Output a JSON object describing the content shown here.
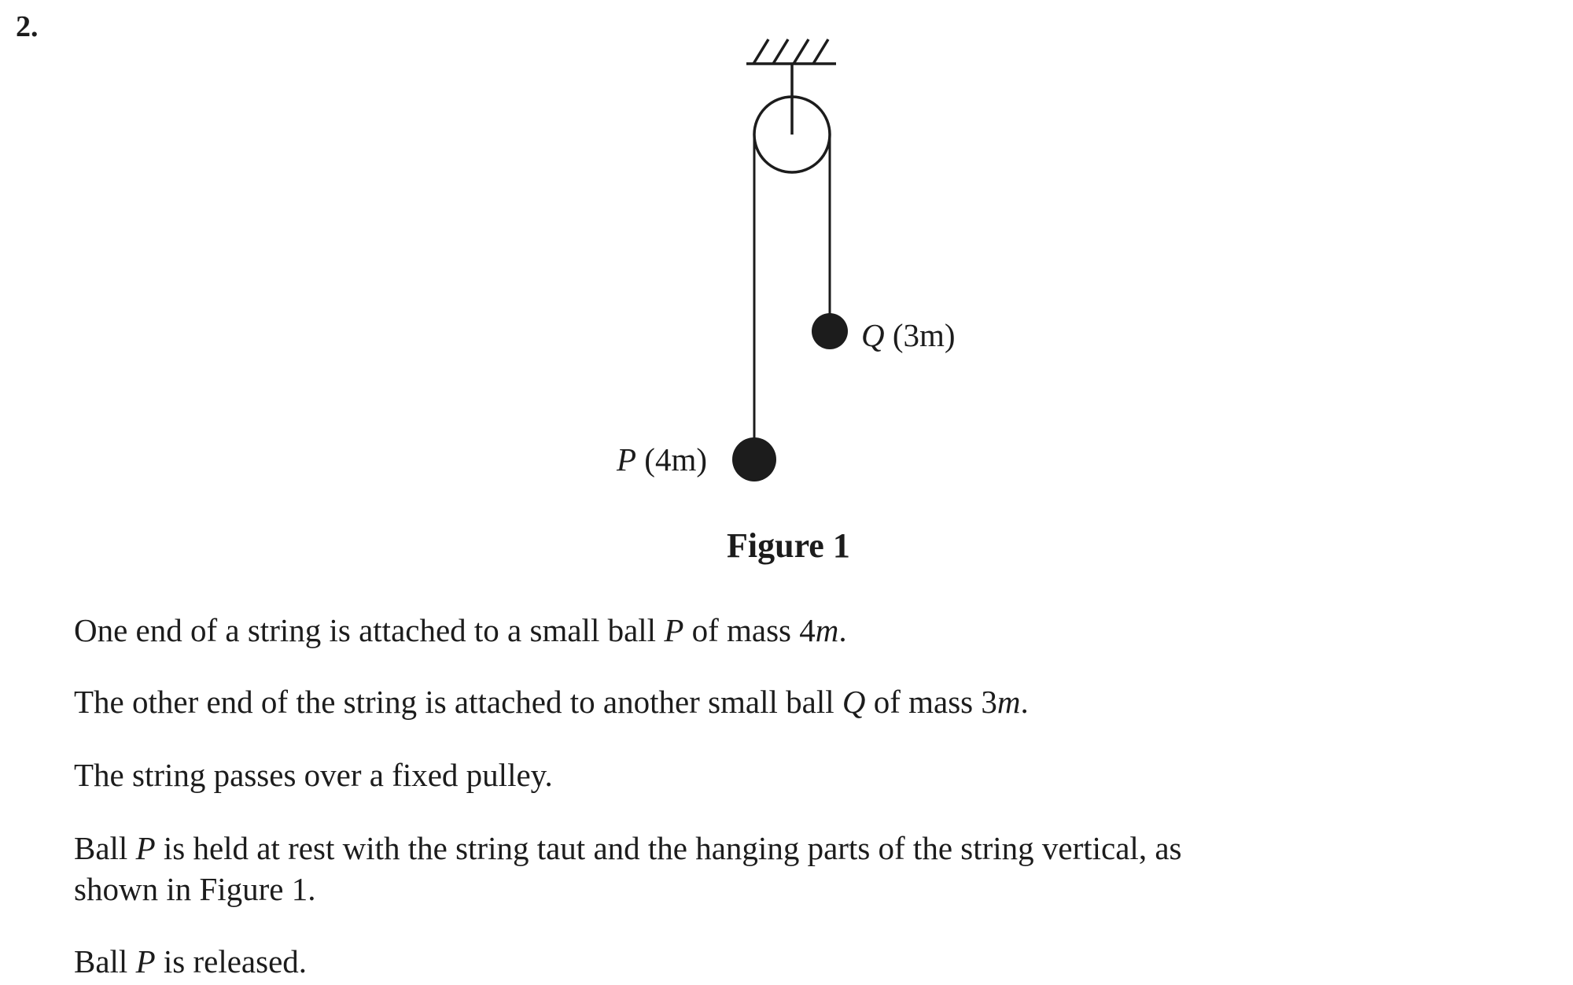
{
  "question_number": "2.",
  "figure": {
    "label_q": {
      "name": "Q",
      "mass": "(3m)"
    },
    "label_p": {
      "name": "P",
      "mass": "(4m)"
    },
    "caption": "Figure 1"
  },
  "paragraphs": [
    [
      "One end of a string is attached to a small ball ",
      "P",
      " of mass 4",
      "m",
      "."
    ],
    [
      "The other end of the string is attached to another small ball ",
      "Q",
      " of mass 3",
      "m",
      "."
    ],
    [
      "The string passes over a fixed pulley."
    ],
    [
      "Ball ",
      "P",
      " is held at rest with the string taut and the hanging parts of the string vertical, as",
      "shown in Figure 1."
    ],
    [
      "Ball ",
      "P",
      " is released."
    ]
  ]
}
